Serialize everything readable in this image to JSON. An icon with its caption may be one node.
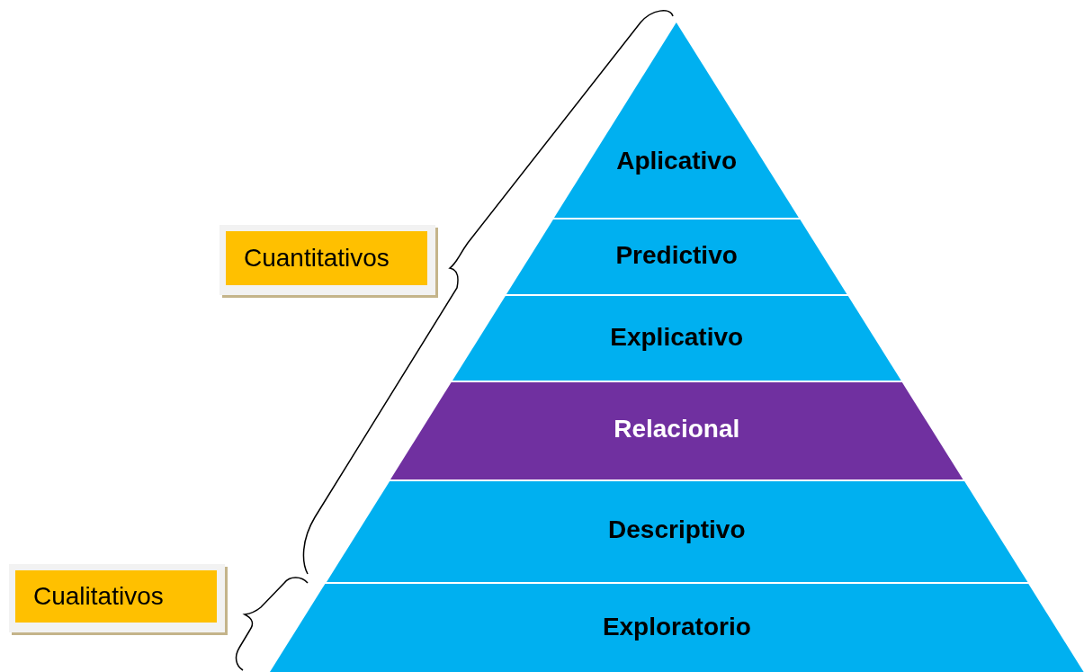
{
  "diagram": {
    "nodes": [
      {
        "text": [
          "Aplicativo"
        ]
      },
      {
        "text": [
          "Predictivo"
        ]
      },
      {
        "text": [
          "Explicativo"
        ]
      },
      {
        "text": [
          "Relacional"
        ]
      },
      {
        "text": [
          "Descriptivo"
        ]
      },
      {
        "text": [
          "Exploratorio"
        ]
      },
      {
        "text": [
          "Cuantitativos"
        ]
      },
      {
        "text": [
          "Cualitativos"
        ]
      }
    ],
    "edges": []
  }
}
